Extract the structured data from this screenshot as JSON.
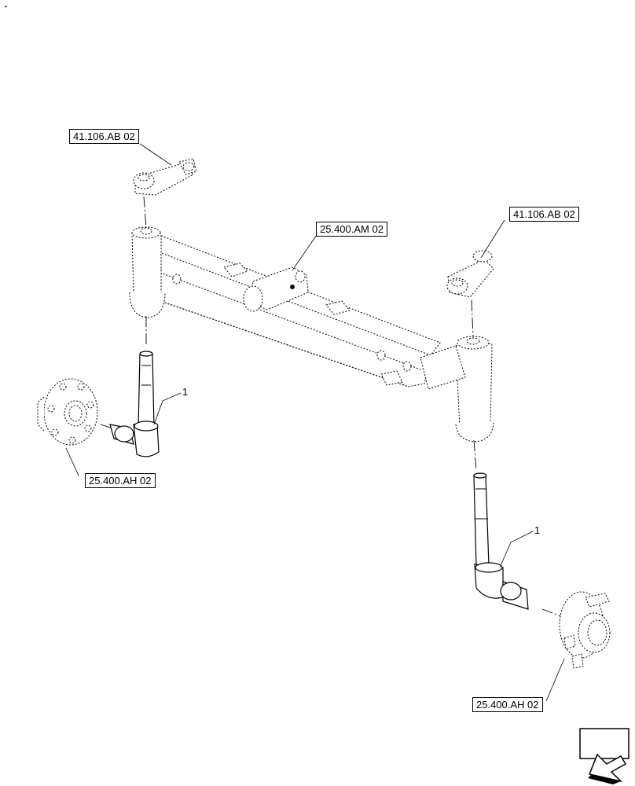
{
  "corner_mark": "•",
  "callouts": {
    "tie_rod_left": "41.106.AB 02",
    "tie_rod_right": "41.106.AB 02",
    "axle_beam": "25.400.AM 02",
    "hub_left": "25.400.AH 02",
    "hub_right": "25.400.AH 02"
  },
  "item_numbers": {
    "knuckle_left": "1",
    "knuckle_right": "1"
  },
  "icons": {
    "direction": "arrow-direction-icon"
  },
  "colors": {
    "line": "#000000",
    "ghost_fill": "#ffffff",
    "part_fill": "#f2f2f2"
  }
}
